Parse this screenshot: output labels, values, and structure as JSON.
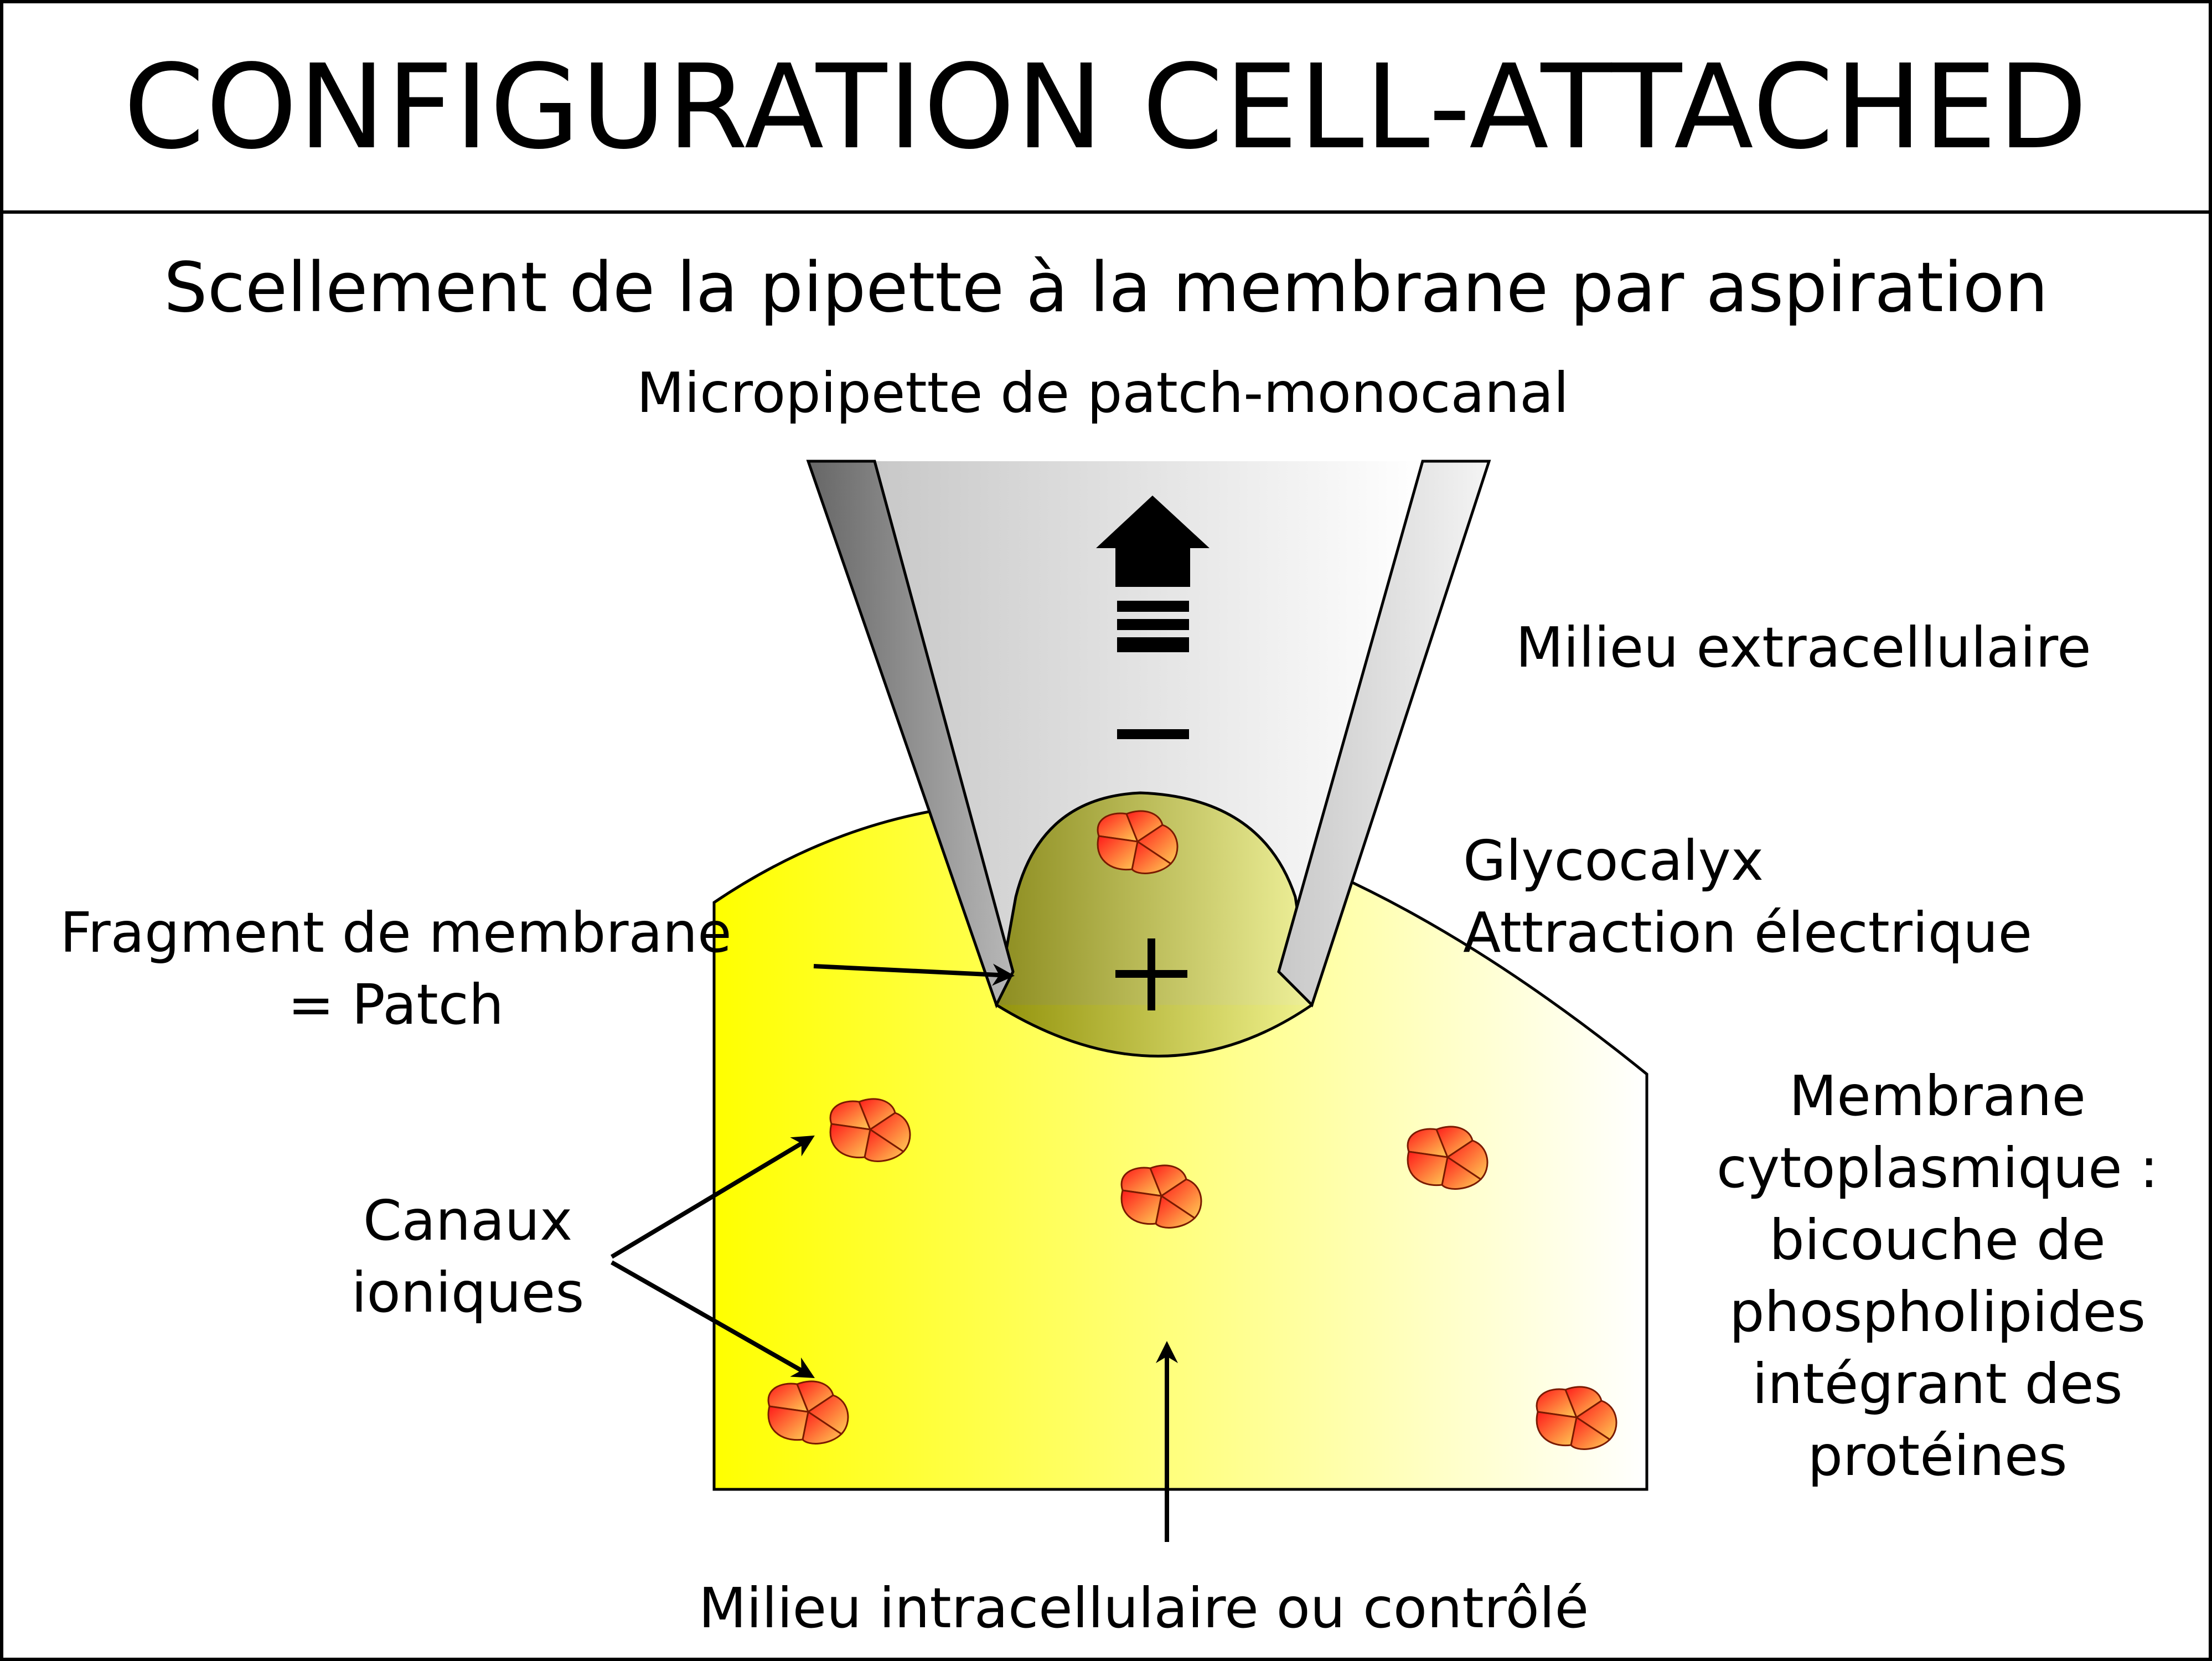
{
  "title": "CONFIGURATION CELL-ATTACHED",
  "subtitle": "Scellement de la pipette à la membrane par aspiration",
  "labels": {
    "micropipette": "Micropipette de patch-monocanal",
    "extracellular": "Milieu extracellulaire",
    "glycocalyx": "Glycocalyx",
    "attraction": "Attraction électrique",
    "fragment_line1": "Fragment de membrane",
    "fragment_line2": "= Patch",
    "channels_line1": "Canaux",
    "channels_line2": "ioniques",
    "membrane_line1": "Membrane",
    "membrane_line2": "cytoplasmique :",
    "membrane_line3": "bicouche de",
    "membrane_line4": "phospholipides",
    "membrane_line5": "intégrant des",
    "membrane_line6": "protéines",
    "intracellular": "Milieu intracellulaire ou contrôlé"
  },
  "symbols": {
    "minus": "−",
    "plus": "+"
  },
  "colors": {
    "cell_left": "#ffff00",
    "cell_right": "#ffffff",
    "patch_dark": "#808000",
    "channel_red": "#ff2a2a",
    "channel_orange": "#ffcc55",
    "pipette_dark": "#808080"
  }
}
